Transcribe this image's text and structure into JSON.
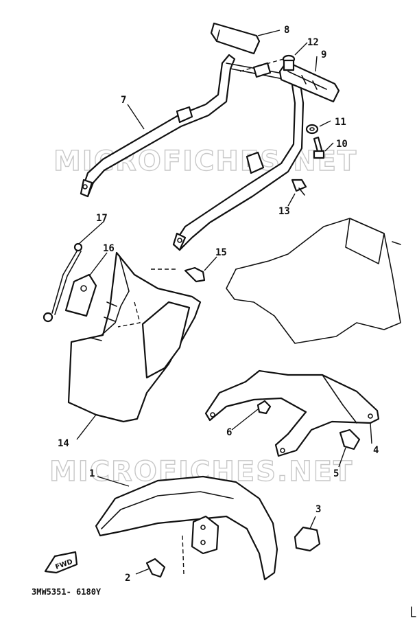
{
  "diagram": {
    "watermark_text": "MICROFICHES.NET",
    "reference_code": "3MW5351- 6180Y",
    "fwd_label": "FWD",
    "colors": {
      "ink": "#111111",
      "watermark": "#c8c8c8",
      "paper": "#ffffff"
    },
    "callouts": {
      "c1": "1",
      "c2": "2",
      "c3": "3",
      "c4": "4",
      "c5": "5",
      "c6": "6",
      "c7": "7",
      "c8": "8",
      "c9": "9",
      "c10": "10",
      "c11": "11",
      "c12": "12",
      "c13": "13",
      "c14": "14",
      "c15": "15",
      "c16": "16",
      "c17": "17"
    }
  }
}
